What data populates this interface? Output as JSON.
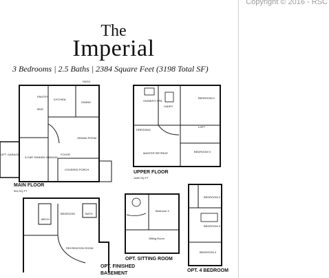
{
  "header": {
    "copyright": "Copyright © 2016 - RSC",
    "the": "The",
    "name": "Imperial",
    "subtitle": "3 Bedrooms | 2.5 Baths | 2384 Square Feet (3198 Total SF)"
  },
  "main_floor": {
    "label": "MAIN FLOOR",
    "sqft": "904 SQ FT",
    "opt_garage": "OPT. GARAGE",
    "rooms": {
      "patio": "PATIO",
      "kitchen": "KITCHEN",
      "dining": "DINING",
      "grand_room": "GRAND ROOM",
      "garage": "3-CAR TANDEM GARAGE",
      "foyer": "FOYER",
      "covered_porch": "COVERED PORCH",
      "pantry": "PANTRY",
      "mud": "MUD"
    }
  },
  "upper_floor": {
    "label": "UPPER FLOOR",
    "sqft": "1480 SQ FT",
    "rooms": {
      "owners_spa": "OWNER'S SPA",
      "bedroom2": "BEDROOM 2",
      "loft": "LOFT",
      "master_retreat": "MASTER RETREAT",
      "bedroom3": "BEDROOM 3",
      "laundry": "LNDRY",
      "dressing": "DRESSING"
    }
  },
  "basement": {
    "label_line1": "OPT. FINISHED",
    "label_line2": "BASEMENT",
    "rooms": {
      "bedroom": "BEDROOM",
      "recreation": "RECREATION ROOM",
      "bath": "BATH",
      "mech": "MECH"
    }
  },
  "sitting_room": {
    "label": "OPT. SITTING ROOM",
    "rooms": {
      "bedroom3": "Bedroom 3",
      "sitting": "Sitting Room"
    }
  },
  "opt_bedroom4": {
    "label": "OPT. 4 BEDROOM",
    "rooms": {
      "bedroom2": "BEDROOM 2",
      "bedroom3": "BEDROOM 3",
      "bedroom4": "BEDROOM 4"
    }
  }
}
